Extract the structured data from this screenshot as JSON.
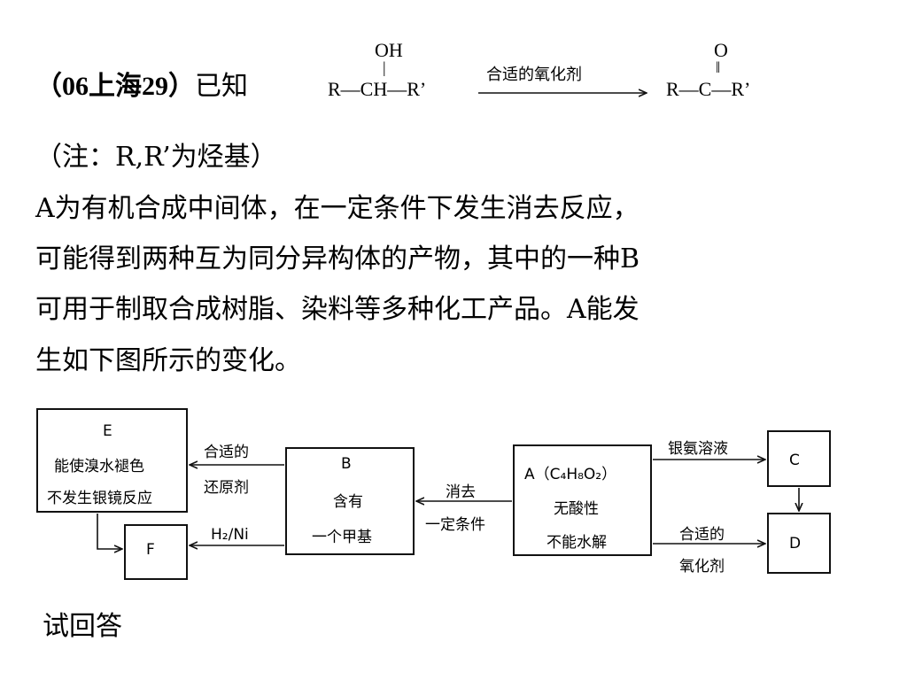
{
  "header": {
    "source": "（06上海29）",
    "known": "已知",
    "note": "（注：R,R’为烃基）"
  },
  "reaction": {
    "oh": "OH",
    "bar": "|",
    "reactant": "R—CH—R’",
    "reagent": "合适的氧化剂",
    "o": "O",
    "dbl": "‖",
    "product": "R—C—R’"
  },
  "paragraph": [
    "A为有机合成中间体，在一定条件下发生消去反应，",
    "可能得到两种互为同分异构体的产物，其中的一种B",
    "可用于制取合成树脂、染料等多种化工产品。A能发",
    "生如下图所示的变化。"
  ],
  "diagram": {
    "E": {
      "title": "E",
      "line1": "能使溴水褪色",
      "line2": "不发生银镜反应"
    },
    "B": {
      "title": "B",
      "line1": "含有",
      "line2": "一个甲基"
    },
    "A": {
      "title": "A（C₄H₈O₂）",
      "line1": "无酸性",
      "line2": "不能水解"
    },
    "C": {
      "title": "C"
    },
    "D": {
      "title": "D"
    },
    "F": {
      "title": "F"
    },
    "arrow_B_E_top": "合适的",
    "arrow_B_E_bottom": "还原剂",
    "arrow_B_F": "H₂/Ni",
    "arrow_A_B_top": "消去",
    "arrow_A_B_bottom": "一定条件",
    "arrow_A_C": "银氨溶液",
    "arrow_A_D_top": "合适的",
    "arrow_A_D_bottom": "氧化剂"
  },
  "footer": {
    "prompt": "试回答"
  }
}
